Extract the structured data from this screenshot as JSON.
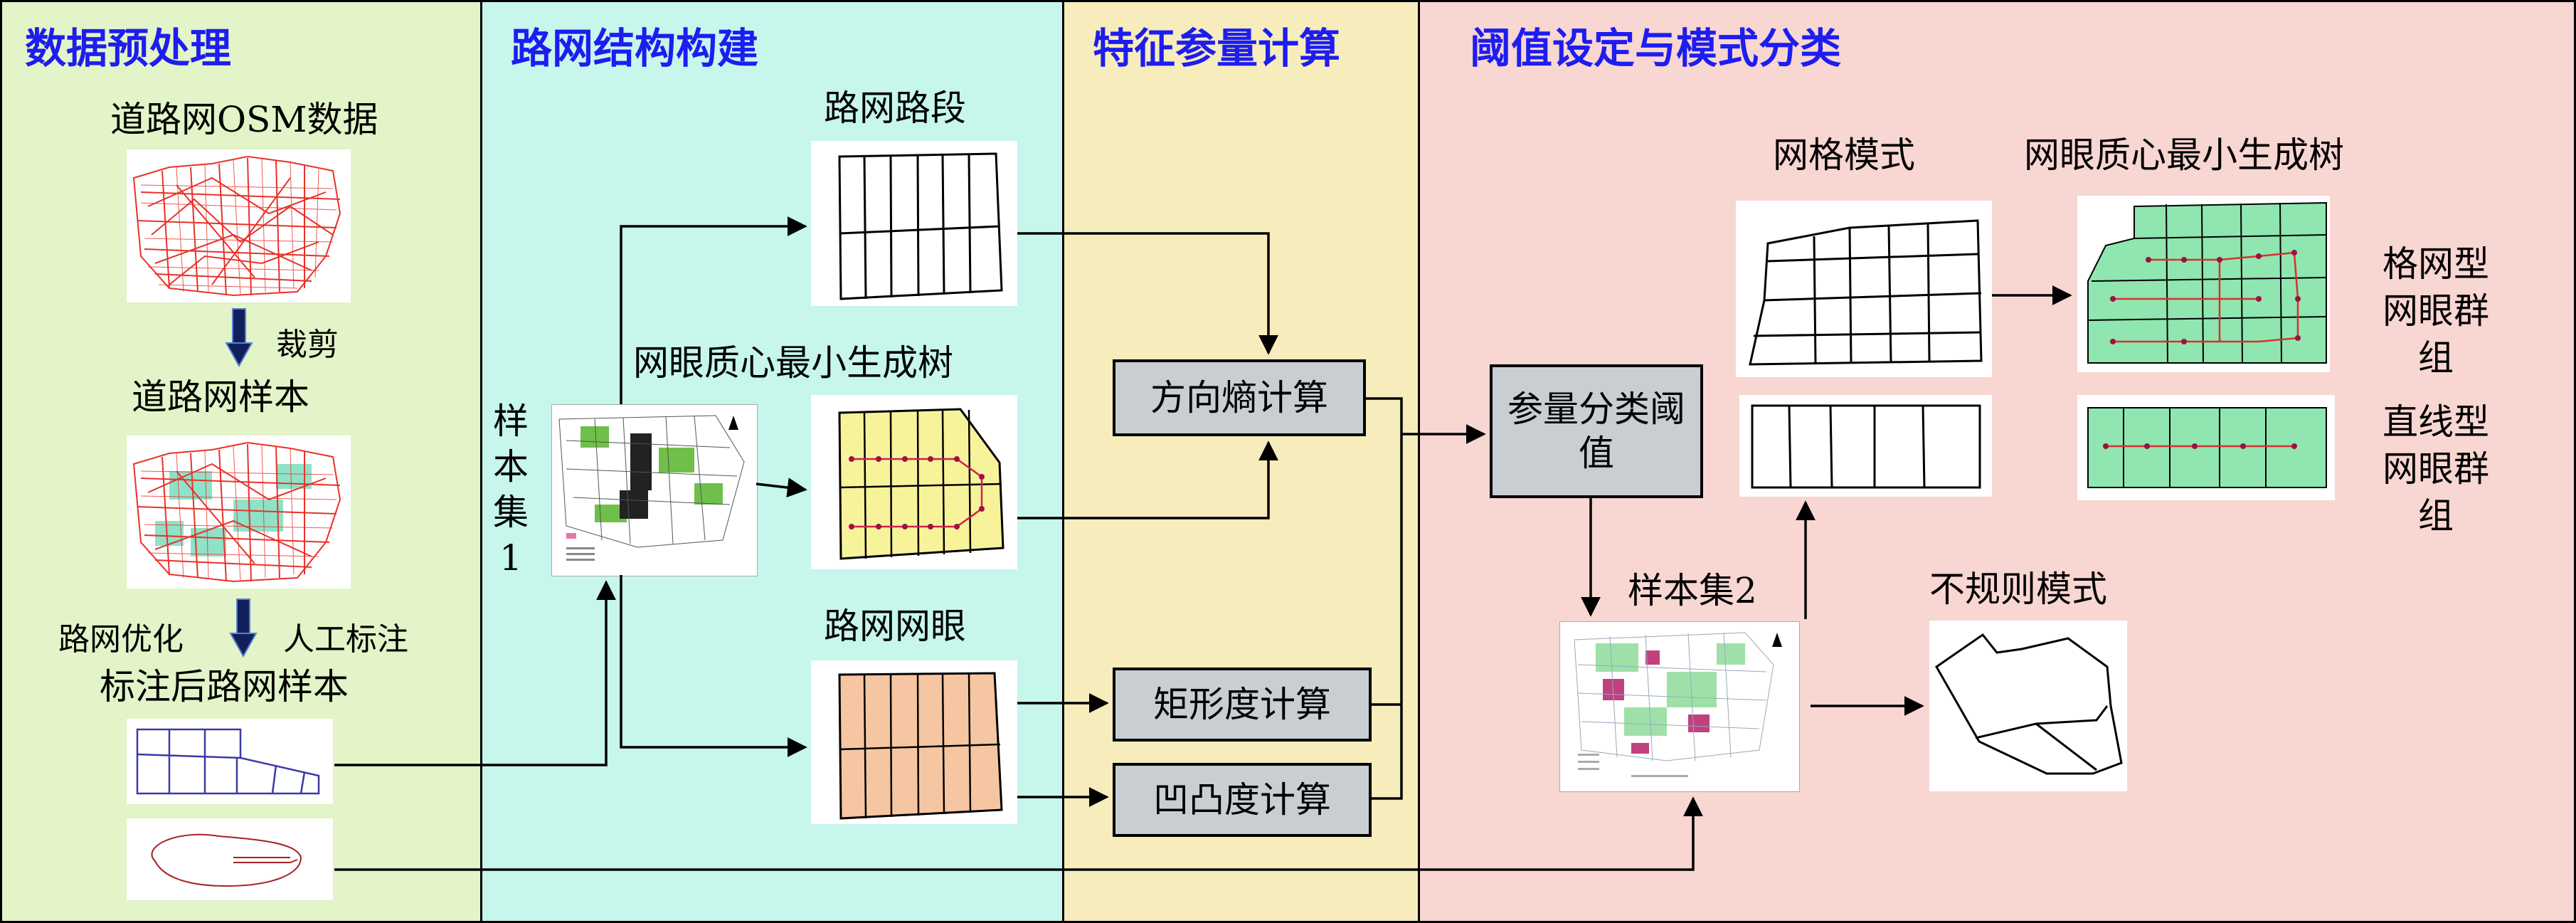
{
  "panels": {
    "preprocess": {
      "title": "数据预处理",
      "color": "#e2f4c8"
    },
    "network": {
      "title": "路网结构构建",
      "color": "#c6f6ec"
    },
    "features": {
      "title": "特征参量计算",
      "color": "#f6ecbc"
    },
    "classify": {
      "title": "阈值设定与模式分类",
      "color": "#f8d6d2"
    }
  },
  "preprocess": {
    "osm_label": "道路网OSM数据",
    "crop_label": "裁剪",
    "sample_label": "道路网样本",
    "optimize_label": "路网优化",
    "manual_label": "人工标注",
    "annotated_label": "标注后路网样本"
  },
  "network": {
    "segments_label": "路网路段",
    "mst_label": "网眼质心最小生成树",
    "meshes_label": "路网网眼",
    "sample_set_label": [
      "样",
      "本",
      "集",
      "1"
    ]
  },
  "features": {
    "entropy": "方向熵计算",
    "rectangularity": "矩形度计算",
    "convexity": "凹凸度计算"
  },
  "classify": {
    "threshold": "参量分类阈值",
    "grid_mode": "网格模式",
    "mst_label": "网眼质心最小生成树",
    "grid_group": "格网型网眼群组",
    "linear_group": "直线型网眼群组",
    "sample_set2": "样本集2",
    "irregular_mode": "不规则模式"
  }
}
